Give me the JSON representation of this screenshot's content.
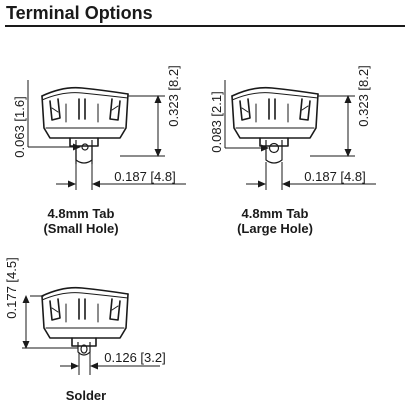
{
  "header": {
    "title": "Terminal Options"
  },
  "terminals": [
    {
      "caption_line1": "4.8mm Tab",
      "caption_line2": "(Small Hole)",
      "dim_hole": "0.063 [1.6]",
      "dim_height": "0.323 [8.2]",
      "dim_width": "0.187 [4.8]"
    },
    {
      "caption_line1": "4.8mm Tab",
      "caption_line2": "(Large Hole)",
      "dim_hole": "0.083 [2.1]",
      "dim_height": "0.323 [8.2]",
      "dim_width": "0.187 [4.8]"
    },
    {
      "caption_line1": "Solder",
      "dim_height": "0.177 [4.5]",
      "dim_width": "0.126 [3.2]"
    }
  ]
}
